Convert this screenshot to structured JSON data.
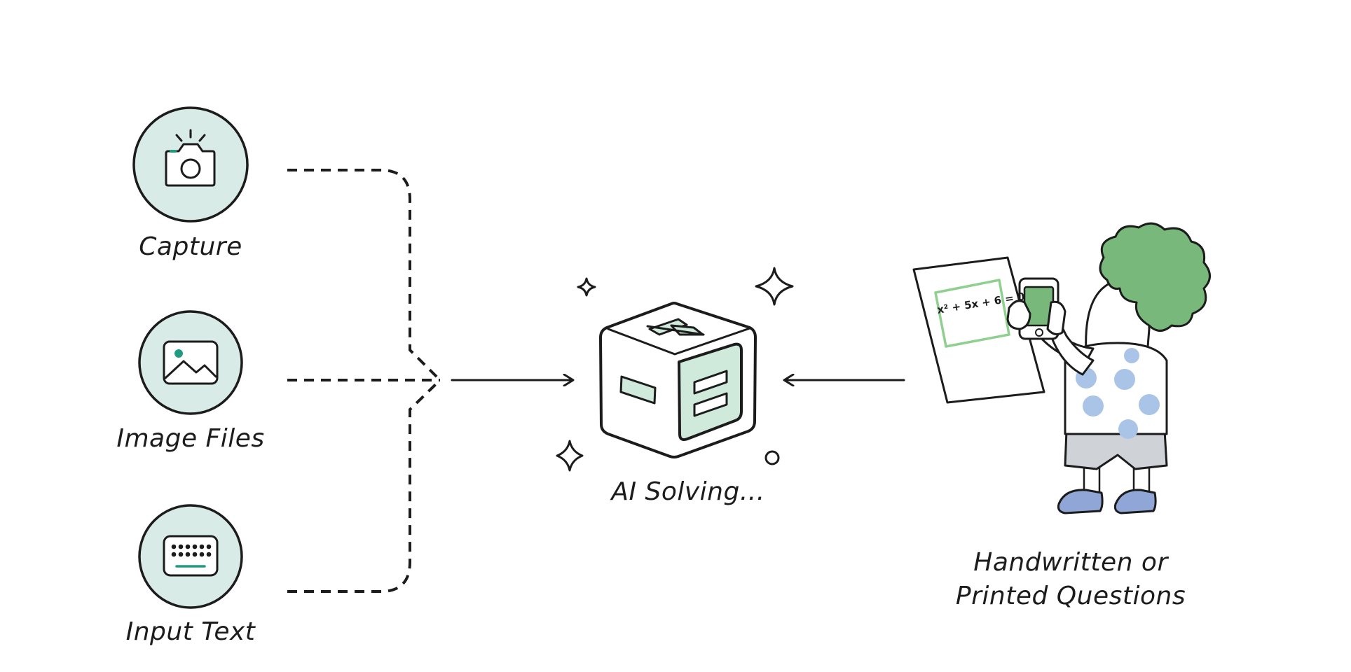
{
  "inputs": {
    "capture": {
      "label": "Capture",
      "icon": "camera-icon"
    },
    "image_files": {
      "label": "Image Files",
      "icon": "image-icon"
    },
    "input_text": {
      "label": "Input Text",
      "icon": "keyboard-icon"
    }
  },
  "solver": {
    "label": "AI Solving...",
    "icon": "calculator-cube-icon"
  },
  "source": {
    "label_line1": "Handwritten or",
    "label_line2": "Printed Questions",
    "equation": "x² + 5x + 6 = 0",
    "icon": "student-photographing-paper-illustration"
  },
  "colors": {
    "circle_fill": "#d9ebe7",
    "accent_green": "#1f9c80",
    "hair_green": "#78b87a",
    "cube_panel": "#cfeadb",
    "shirt_dots": "#a9c4e6",
    "shorts": "#cfd3d8",
    "shoes": "#8fa6d6",
    "ink": "#1c1c1c"
  }
}
